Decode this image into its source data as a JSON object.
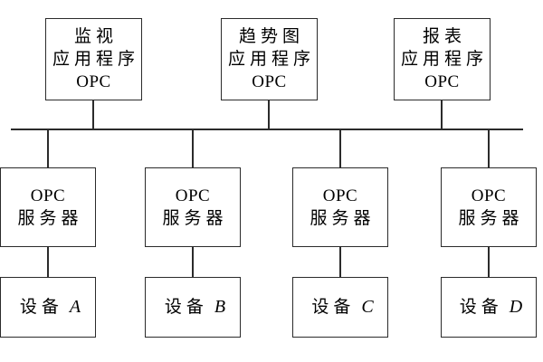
{
  "diagram": {
    "line_color": "#2b2b2b",
    "background": "#ffffff",
    "app_boxes": [
      {
        "lines": [
          "监视",
          "应用程序",
          "OPC"
        ]
      },
      {
        "lines": [
          "趋势图",
          "应用程序",
          "OPC"
        ]
      },
      {
        "lines": [
          "报表",
          "应用程序",
          "OPC"
        ]
      }
    ],
    "server_boxes": [
      {
        "line1": "OPC",
        "line2": "服务器"
      },
      {
        "line1": "OPC",
        "line2": "服务器"
      },
      {
        "line1": "OPC",
        "line2": "服务器"
      },
      {
        "line1": "OPC",
        "line2": "服务器"
      }
    ],
    "device_boxes": [
      {
        "prefix": "设备",
        "letter": "A"
      },
      {
        "prefix": "设备",
        "letter": "B"
      },
      {
        "prefix": "设备",
        "letter": "C"
      },
      {
        "prefix": "设备",
        "letter": "D"
      }
    ]
  }
}
